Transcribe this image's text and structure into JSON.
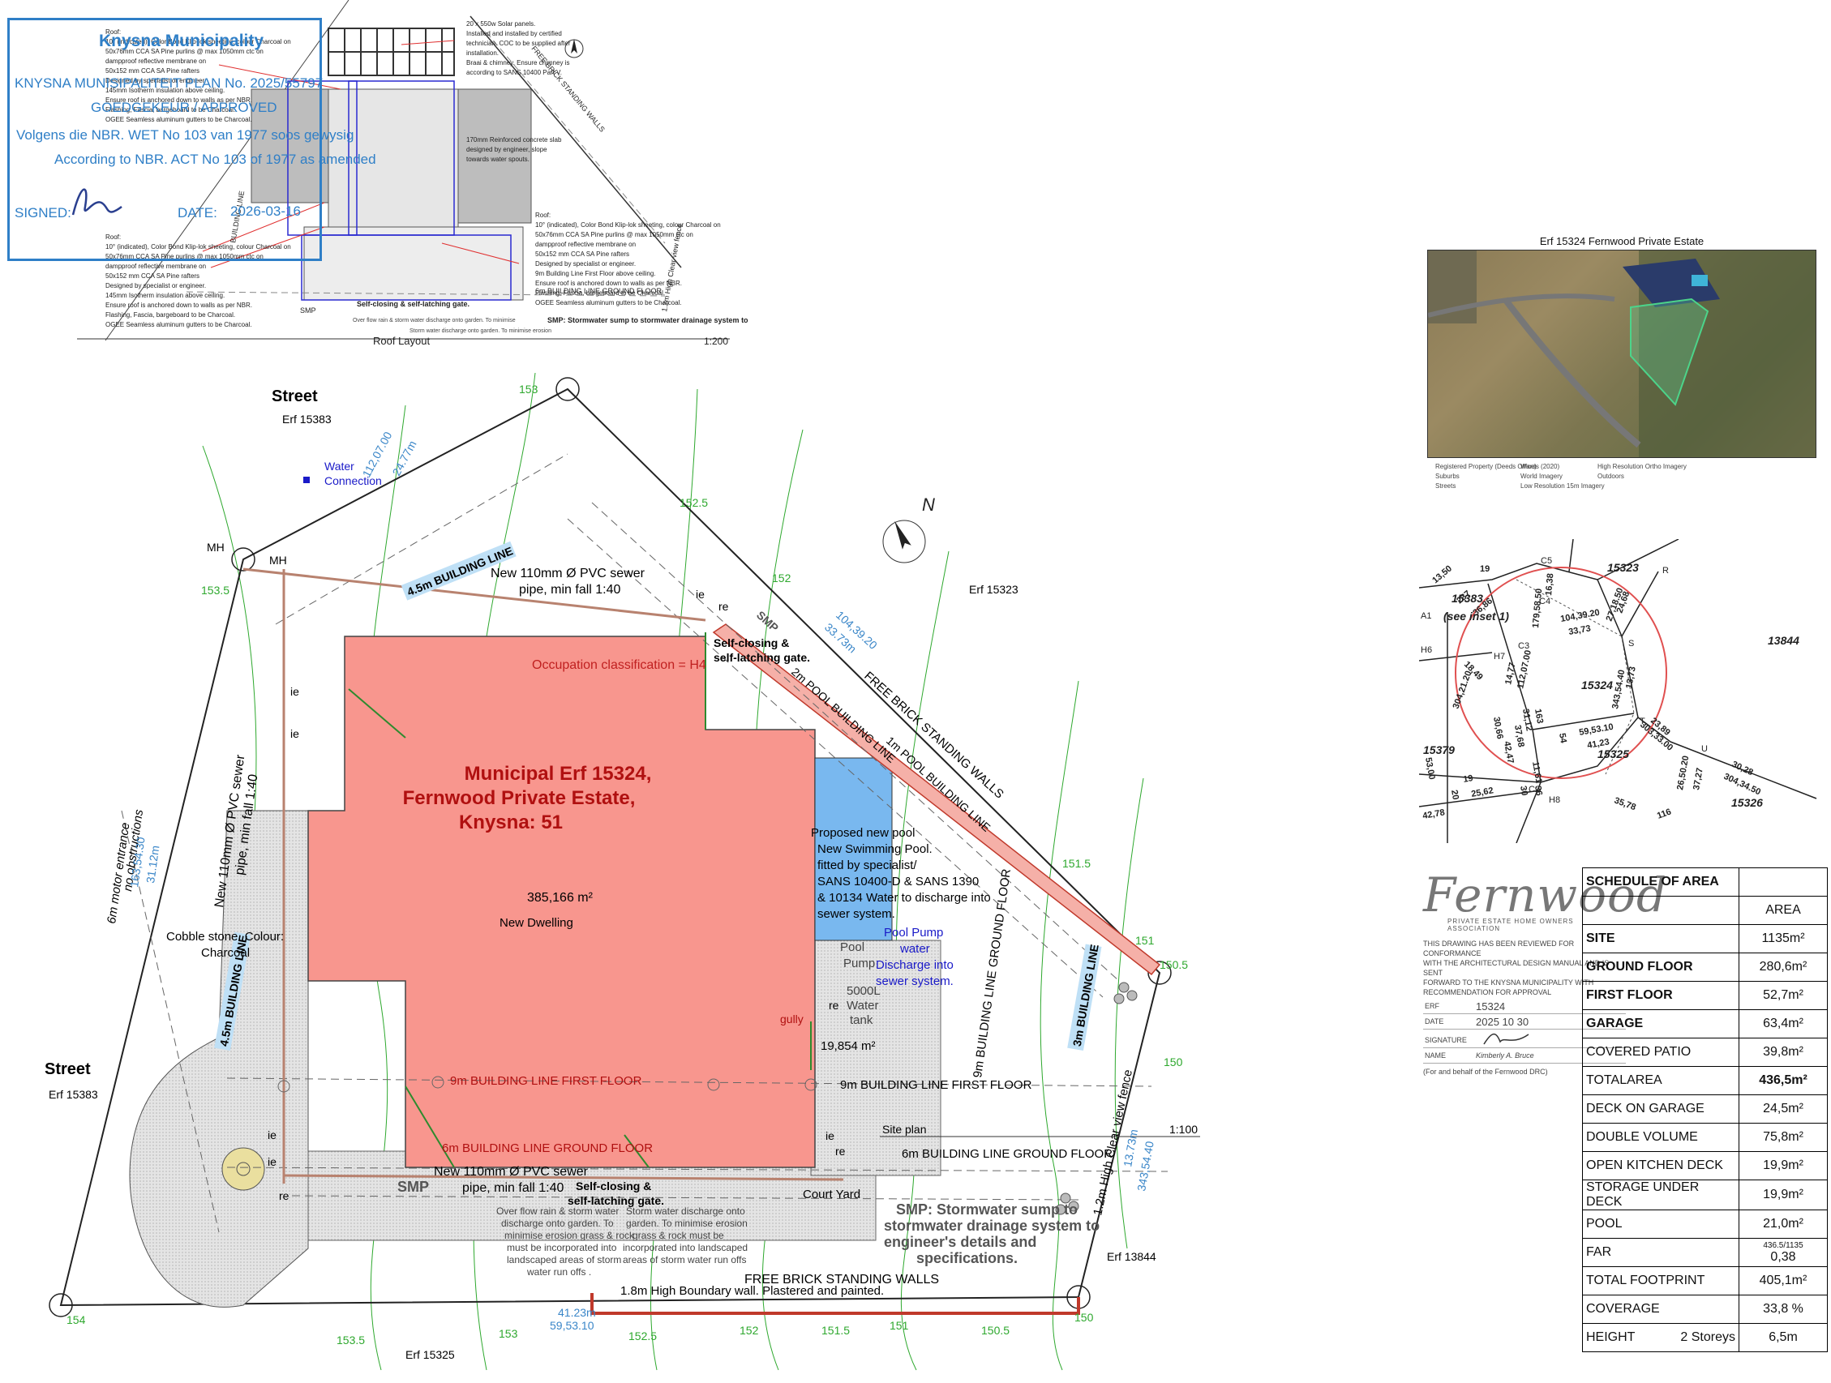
{
  "stamp": {
    "org": "Knysna Municipality",
    "ref": "KNYSNA MUNISIPALITEIT PLAN No. 2025/55797",
    "approved": "GOEDGEKEUR / APPROVED",
    "line_af": "Volgens die NBR. WET No 103 van 1977 soos gewysig",
    "line_en": "According to NBR. ACT No 103 of 1977 as amended",
    "signed_label": "SIGNED:",
    "date_label": "DATE:",
    "date_value": "2026-03-16"
  },
  "roof": {
    "title": "Roof Layout",
    "scale": "1:200",
    "note_tl": [
      "Roof:",
      "10° (indicated), Color Bond Klip-lok sheeting, colour Charcoal on",
      "50x76mm CCA SA Pine purlins @ max 1050mm ctc on",
      "dampproof reflective membrane on",
      "50x152 mm CCA SA Pine rafters",
      "Designed by specialist or engineer.",
      "145mm Isotherm insulation above ceiling.",
      "Ensure roof is anchored down to walls as per NBR.",
      "Flashing, Fascia, bargeboard to be Charcoal.",
      "OGEE Seamless aluminum gutters to be Charcoal."
    ],
    "note_solar": [
      "20 x 550w Solar panels.",
      "Installed and installed by certified",
      "technician. COC to be supplied after",
      "installation.",
      "",
      "Braai & chimney. Ensure chimney is",
      "according to SANS 10400 Part V."
    ],
    "note_slab": [
      "170mm Reinforced concrete slab",
      "designed by engineer, slope",
      "towards water spouts."
    ],
    "note_bl": [
      "Roof:",
      "10° (indicated), Color Bond Klip-lok sheeting, colour Charcoal on",
      "50x76mm CCA SA Pine purlins @ max 1050mm ctc on",
      "dampproof reflective membrane on",
      "50x152 mm CCA SA Pine rafters",
      "Designed by specialist or engineer.",
      "145mm Isotherm insulation above ceiling.",
      "Ensure roof is anchored down to walls as per NBR.",
      "Flashing, Fascia, bargeboard to be Charcoal.",
      "OGEE Seamless aluminum gutters to be Charcoal."
    ],
    "note_br": [
      "Roof:",
      "10° (indicated), Color Bond Klip-lok sheeting, colour Charcoal on",
      "50x76mm CCA SA Pine purlins @ max 1050mm ctc on",
      "dampproof reflective membrane on",
      "50x152 mm CCA SA Pine rafters",
      "Designed by specialist or engineer.",
      "9m Building Line First Floor above ceiling.",
      "Ensure roof is anchored down to walls as per NBR.",
      "Flashing, Fascia, bargeboard to be Charcoal.",
      "OGEE Seamless aluminum gutters to be Charcoal."
    ],
    "gate": "Self-closing & self-latching gate.",
    "smp": "SMP",
    "smp_note": "SMP: Stormwater sump to stormwater drainage system to",
    "bl_ground": "6m BUILDING LINE GROUND FLOOR",
    "walls": "FREE BRICK STANDING WALLS",
    "fence": "1.2m High Clear view fence",
    "overflow": "Over flow rain & storm water discharge onto garden. To minimise",
    "storm": "Storm water discharge onto garden. To minimise erosion",
    "bl_side": "BUILDING LINE"
  },
  "site": {
    "street_top": "Street",
    "erf_top": "Erf 15383",
    "street_left": "Street",
    "erf_left": "Erf 15383",
    "erf_15323": "Erf 15323",
    "erf_13844": "Erf 13844",
    "erf_15325": "Erf 15325",
    "water": "Water",
    "connection": "Connection",
    "mh1": "MH",
    "mh2": "MH",
    "bl45_top": "4.5m BUILDING LINE",
    "bl45_left": "4.5m BUILDING LINE",
    "bl3": "3m BUILDING LINE",
    "sewer_top_1": "New 110mm Ø PVC sewer",
    "sewer_top_2": "pipe, min fall 1:40",
    "sewer_left_1": "New 110mm Ø PVC sewer",
    "sewer_left_2": "pipe, min fall 1:40",
    "sewer_bot_1": "New 110mm Ø PVC sewer",
    "sewer_bot_2": "pipe, min fall 1:40",
    "occupation": "Occupation classification = H4",
    "gate_top_1": "Self-closing &",
    "gate_top_2": "self-latching gate.",
    "gate_bot_1": "Self-closing &",
    "gate_bot_2": "self-latching gate.",
    "title_1": "Municipal Erf 15324,",
    "title_2": "Fernwood Private Estate,",
    "title_3": "Knysna: 51",
    "house_area": "385,166 m²",
    "dwelling": "New Dwelling",
    "pool_1": "Proposed new pool",
    "pool_2": "New Swimming Pool.",
    "pool_3": "fitted by specialist/",
    "pool_4": "SANS 10400-D & SANS 1390",
    "pool_5": "& 10134 Water to discharge into",
    "pool_6": "sewer system.",
    "pump_1": "Pool Pump",
    "pump_2": "water",
    "pump_3": "Discharge into",
    "pump_4": "sewer system.",
    "pool_pump_a": "Pool",
    "pool_pump_b": "Pump",
    "tank_1": "5000L",
    "tank_2": "Water",
    "tank_3": "tank",
    "yard_area": "19,854 m²",
    "gully": "gully",
    "bl9_first": "9m BUILDING LINE FIRST FLOOR",
    "bl9_first_r": "9m BUILDING LINE FIRST FLOOR",
    "bl6_ground": "6m BUILDING LINE GROUND FLOOR",
    "bl6_ground_r": "6m BUILDING LINE GROUND FLOOR",
    "bl9_ground_v": "9m BUILDING LINE GROUND FLOOR",
    "pool_bl_2": "2m POOL BUILDING LINE",
    "pool_bl_1": "1m POOL BUILDING LINE",
    "walls_top": "FREE BRICK STANDING WALLS",
    "walls_bot": "FREE BRICK STANDING WALLS",
    "boundary": "1.8m High Boundary wall. Plastered and painted.",
    "fence": "1.2m High Clear view fence",
    "court": "Court Yard",
    "site_plan": "Site plan",
    "site_scale": "1:100",
    "smp": "SMP",
    "smp2": "SMP",
    "smp_big_1": "SMP: Stormwater sump to",
    "smp_big_2": "stormwater drainage system to",
    "smp_big_3": "engineer's details and",
    "smp_big_4": "specifications.",
    "overflow": [
      "Over flow rain & storm water",
      "discharge onto garden. To",
      "minimise erosion grass & rock",
      "must be incorporated into",
      "landscaped areas of storm",
      "water run offs ."
    ],
    "storm": [
      "Storm water discharge onto",
      "garden. To minimise erosion",
      "grass & rock must be",
      "incorporated into landscaped",
      "areas of storm water run offs"
    ],
    "cobble_1": "Cobble stone. Colour:",
    "cobble_2": "Charcoal",
    "entrance_1": "6m motor entrance",
    "entrance_2": "no obstructions",
    "north": "N",
    "ie": "ie",
    "re": "re",
    "dim_top_a": "112,07.00",
    "dim_top_b": "24.77m",
    "dim_right_a": "104,39.20",
    "dim_right_b": "33.73m",
    "dim_left_a": "163,54.30",
    "dim_left_b": "31.12m",
    "dim_bot_a": "41.23m",
    "dim_bot_b": "59,53.10",
    "dim_se_a": "13.73m",
    "dim_se_b": "343,54.40",
    "contours": [
      "153",
      "152.5",
      "152",
      "151.5",
      "151",
      "150.5",
      "150",
      "153.5",
      "154",
      "153.5",
      "153",
      "152.5",
      "152",
      "151.5",
      "151",
      "150.5",
      "150"
    ]
  },
  "aerial": {
    "caption": "Erf 15324 Fernwood Private Estate",
    "legend": [
      "Registered Property (Deeds Office)",
      "Wards (2020)",
      "High Resolution Ortho Imagery",
      "Suburbs",
      "World Imagery",
      "Outdoors",
      "Streets",
      "Low Resolution 15m Imagery"
    ]
  },
  "sg": {
    "labels": [
      "15323",
      "15383",
      "(see inset 1)",
      "13844",
      "15324",
      "15379",
      "15325",
      "15326",
      "C5",
      "C4",
      "C3",
      "C2",
      "H6",
      "H7",
      "H8",
      "A1",
      "R",
      "S",
      "T",
      "U"
    ],
    "dims": [
      "13,50",
      "237",
      "19",
      "36,86",
      "179,58.50",
      "16,38",
      "104,39.20",
      "33,73",
      "27,18.50",
      "24,68",
      "112,07.00",
      "14,77",
      "18,49",
      "304,21.20",
      "343,54.40",
      "13,73",
      "59,53.10",
      "41,23",
      "303,33.00",
      "23,89",
      "163",
      "54",
      "31,12",
      "37,68",
      "30,66",
      "42,47",
      "11,61",
      "26,50.20",
      "37,27",
      "30,28",
      "304,34.50",
      "35,78",
      "116",
      "42,78",
      "19",
      "25,62",
      "20",
      "53,00",
      "30",
      "36"
    ]
  },
  "fernwood": {
    "logo": "Fernwood",
    "sub": "PRIVATE ESTATE HOME OWNERS ASSOCIATION",
    "text": [
      "THIS DRAWING HAS BEEN REVIEWED FOR CONFORMANCE",
      "WITH THE ARCHITECTURAL DESIGN MANUAL AND IS SENT",
      "FORWARD TO THE KNYSNA MUNICIPALITY WITH",
      "RECOMMENDATION FOR APPROVAL"
    ],
    "erf_label": "ERF",
    "erf_value": "15324",
    "date_label": "DATE",
    "date_value": "2025 10 30",
    "signature_label": "SIGNATURE",
    "name_label": "NAME",
    "name_value": "Kimberly A. Bruce",
    "footer": "(For and behalf of the Fernwood DRC)"
  },
  "schedule": {
    "title": "SCHEDULE OF AREA",
    "area_header": "AREA",
    "rows": [
      {
        "label": "SITE",
        "value": "1135m²",
        "bold": true
      },
      {
        "label": "GROUND FLOOR",
        "value": "280,6m²",
        "bold": true
      },
      {
        "label": "FIRST FLOOR",
        "value": "52,7m²",
        "bold": true
      },
      {
        "label": "GARAGE",
        "value": "63,4m²",
        "bold": true
      },
      {
        "label": "COVERED PATIO",
        "value": "39,8m²",
        "bold": false
      },
      {
        "label": "TOTALAREA",
        "value": "436,5m²",
        "bold": false
      },
      {
        "label": "DECK ON GARAGE",
        "value": "24,5m²",
        "bold": false
      },
      {
        "label": "DOUBLE VOLUME",
        "value": "75,8m²",
        "bold": false
      },
      {
        "label": "OPEN KITCHEN DECK",
        "value": "19,9m²",
        "bold": false
      },
      {
        "label": "STORAGE UNDER DECK",
        "value": "19,9m²",
        "bold": false
      },
      {
        "label": "POOL",
        "value": "21,0m²",
        "bold": false
      },
      {
        "label": "FAR",
        "value": "0,38",
        "bold": false,
        "sub": "436.5/1135"
      },
      {
        "label": "TOTAL FOOTPRINT",
        "value": "405,1m²",
        "bold": false
      },
      {
        "label": "COVERAGE",
        "value": "33,8 %",
        "bold": false
      },
      {
        "label": "HEIGHT",
        "value": "6,5m",
        "bold": false,
        "mid": "2 Storeys"
      }
    ]
  },
  "colors": {
    "house": "#f8968e",
    "pool": "#79b8ef",
    "wall": "#d96a5f",
    "contour": "#2ea82e",
    "dimension": "#3a86c8",
    "stamp": "#2f7fc7",
    "building_line_tag": "#bfe0f6",
    "sewer": "#b8826f"
  }
}
